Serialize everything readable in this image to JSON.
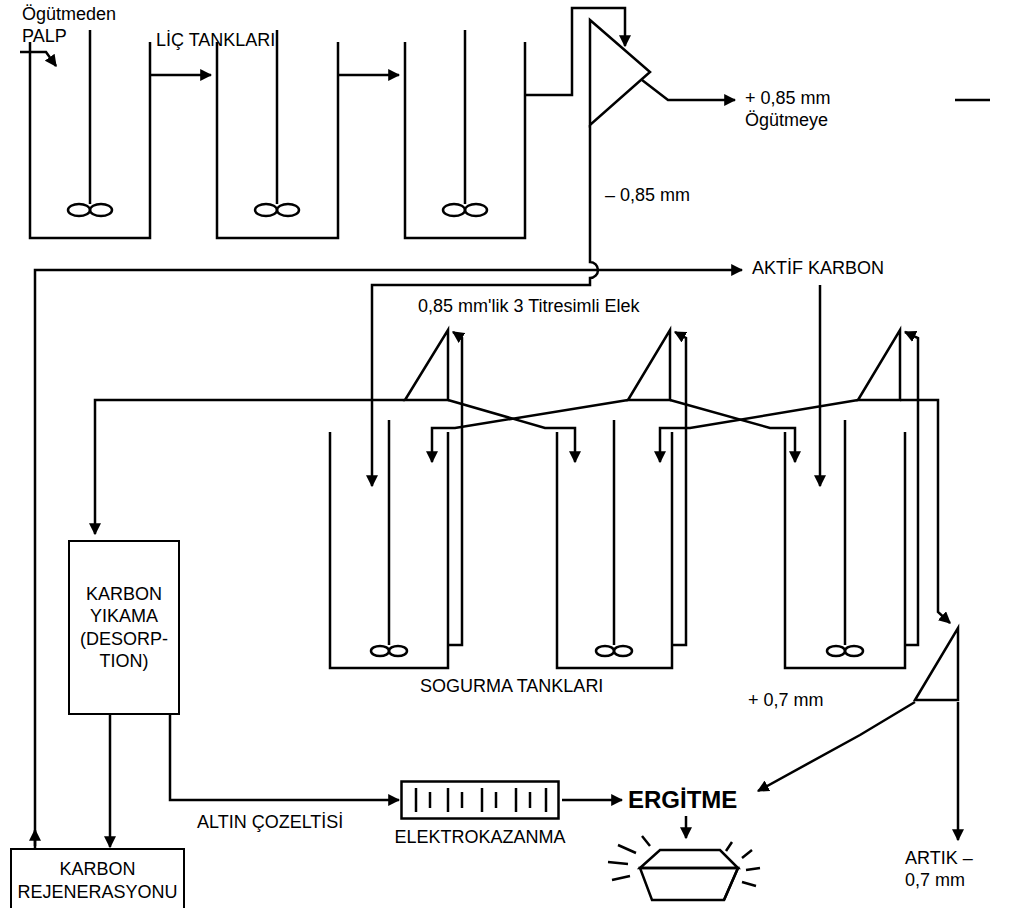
{
  "diagram": {
    "nodes": [
      {
        "text": [
          "KARBON YIKAMA (DESORP- TION)"
        ]
      },
      {
        "text": [
          "KARBON REJENERASYONU"
        ]
      },
      {
        "text": [
          "ELEKTROKAZANMA"
        ]
      }
    ],
    "edges": [
      {
        "from": 0,
        "to": 1,
        "arrow": "to"
      },
      {
        "from": 0,
        "to": 2,
        "label": "ALTIN ÇOZELTİSİ",
        "arrow": "to"
      }
    ],
    "labels": [
      "Ögütmeden PALP",
      "LİÇ TANKLARI",
      "+ 0,85 mm Ögütmeye",
      "– 0,85 mm",
      "AKTİF KARBON",
      "0,85 mm'lik 3 Titresimli Elek",
      "SOGURMA TANKLARI",
      "+ 0,7 mm",
      "ERGİTME",
      "ARTIK – 0,7 mm"
    ]
  }
}
